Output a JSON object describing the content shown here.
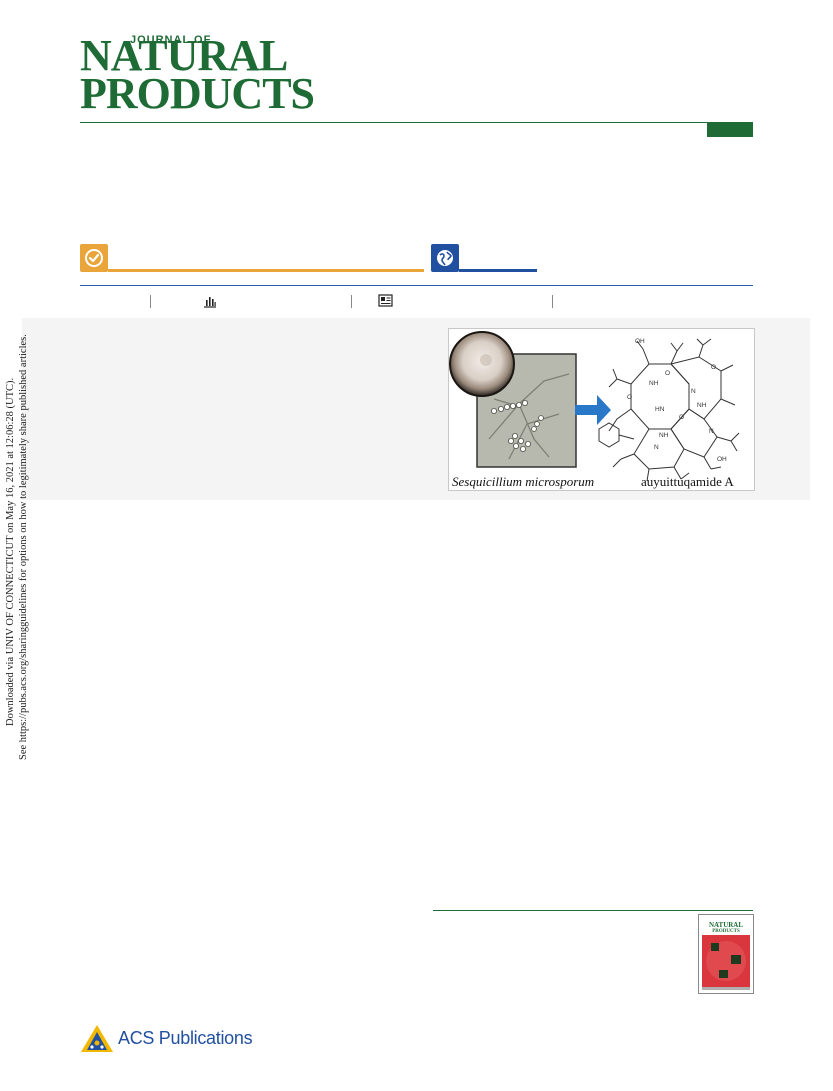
{
  "journal": {
    "masthead_line1": "JOURNAL OF",
    "masthead_line2": "NATURAL",
    "masthead_line3": "PRODUCTS",
    "brand_color": "#1e6b35"
  },
  "access_badges": {
    "open_icon": "check-circle-icon",
    "open_color": "#e9a43a",
    "cc_icon": "globe-icon",
    "cc_color": "#2250a0"
  },
  "metrics_bar": {
    "icons": [
      "bar-chart-icon",
      "article-icon"
    ],
    "color": "#2a5aa8"
  },
  "toc_graphic": {
    "organism_label": "Sesquicillium microsporum",
    "compound_label": "auyuittuqamide A",
    "arrow_color": "#2a78c8"
  },
  "side_note": {
    "line1": "Downloaded via UNIV OF CONNECTICUT on May 16, 2021 at 12:06:28 (UTC).",
    "line2": "See https://pubs.acs.org/sharingguidelines for options on how to legitimately share published articles."
  },
  "footer": {
    "publisher": "ACS Publications"
  }
}
